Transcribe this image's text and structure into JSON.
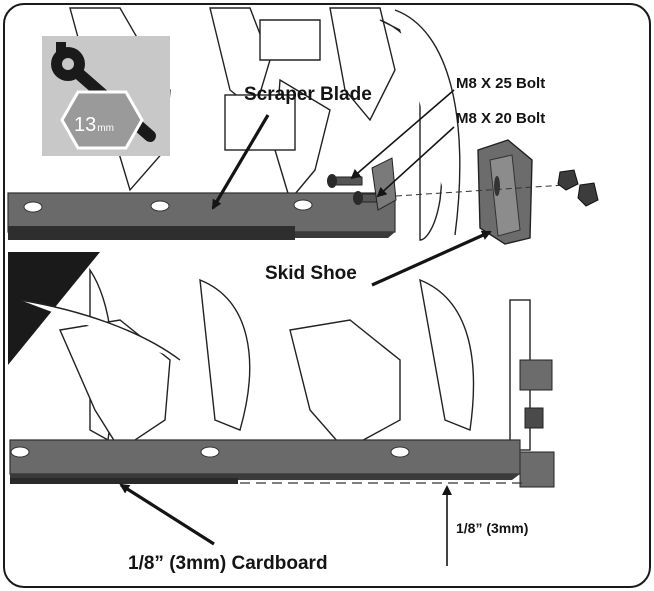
{
  "diagram": {
    "labels": {
      "scraper_blade": "Scraper Blade",
      "bolt_25": "M8 X 25 Bolt",
      "bolt_20": "M8 X 20 Bolt",
      "skid_shoe": "Skid Shoe",
      "gap": "1/8” (3mm)",
      "cardboard": "1/8” (3mm) Cardboard"
    },
    "tool": {
      "size_value": "13",
      "size_unit": "mm",
      "icon": "ratchet-wrench-icon"
    },
    "colors": {
      "frame": "#1a1a1a",
      "blade": "#6a6a6a",
      "blade_dark": "#3a3a3a",
      "tool_badge": "#c8c8c8",
      "hex": "#9a9a9a",
      "arrow": "#141414"
    }
  }
}
